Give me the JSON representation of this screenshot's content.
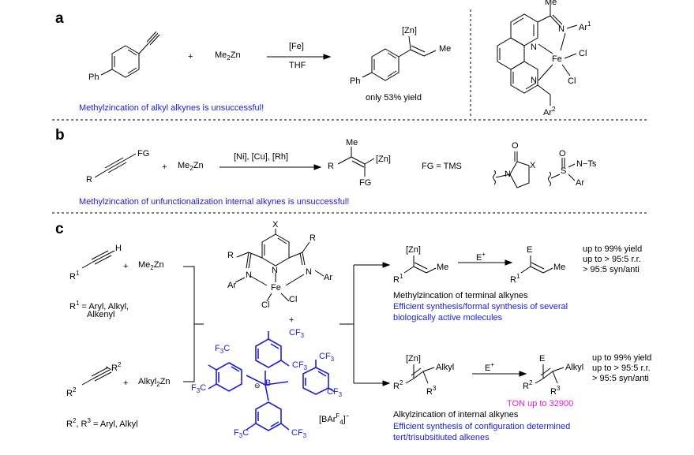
{
  "panels": {
    "a": {
      "label": "a",
      "catalyst": "[Fe]",
      "solvent": "THF",
      "reagent": "Me2Zn",
      "plus": "+",
      "substituent_ph": "Ph",
      "product_zn": "[Zn]",
      "product_me": "Me",
      "product_ph": "Ph",
      "yield_note": "only 53% yield",
      "statement": "Methylzincation of alkyl alkynes is unsuccessful!",
      "ligand_me": "Me",
      "ligand_n_top": "N",
      "ligand_ar1": "Ar1",
      "ligand_n_ring1": "N",
      "ligand_n_ring2": "N",
      "ligand_fe": "Fe",
      "ligand_cl1": "Cl",
      "ligand_cl2": "Cl",
      "ligand_ar2": "Ar2"
    },
    "b": {
      "label": "b",
      "fg": "FG",
      "r": "R",
      "plus": "+",
      "reagent": "Me2Zn",
      "catalysts": "[Ni], [Cu], [Rh]",
      "product_me": "Me",
      "product_zn": "[Zn]",
      "product_r": "R",
      "product_fg": "FG",
      "fg_list": "FG =  TMS",
      "oxaz_o": "O",
      "oxaz_n": "N",
      "oxaz_x": "X",
      "sulf_o": "O",
      "sulf_s": "S",
      "sulf_n": "N",
      "sulf_ts": "Ts",
      "sulf_ar": "Ar",
      "statement": "Methylzincation of unfunctionalization internal alkynes is unsuccessful!"
    },
    "c": {
      "label": "c",
      "terminal_h": "H",
      "terminal_r1": "R1",
      "plus": "+",
      "reagent1": "Me2Zn",
      "r1_def_line1": "R1 = Aryl, Alkyl,",
      "r1_def_line2": "Alkenyl",
      "internal_r2_top": "R2",
      "internal_r2_bottom": "R2",
      "reagent2": "Alkyl2Zn",
      "r23_def": "R2, R3 = Aryl, Alkyl",
      "cat_x": "X",
      "cat_r_right": "R",
      "cat_r_left": "R",
      "cat_n_pyr": "N",
      "cat_n_left": "N",
      "cat_n_right": "N",
      "cat_ar_left": "Ar",
      "cat_ar_right": "Ar",
      "cat_fe": "Fe",
      "cat_cl1": "Cl",
      "cat_cl2": "Cl",
      "cat_plus": "+",
      "barf_cf3": [
        "F3C",
        "CF3",
        "CF3",
        "F3C",
        "CF3",
        "F3C",
        "CF3"
      ],
      "barf_b": "B",
      "barf_minus": "⊖",
      "barf_label": "[BArF4]−",
      "top_zn": "[Zn]",
      "top_me": "Me",
      "top_r1": "R1",
      "top_e_reagent": "E+",
      "top_prod_e": "E",
      "top_prod_r1": "R1",
      "top_prod_me": "Me",
      "top_results": [
        "up to 99% yield",
        "up to > 95:5 r.r.",
        "> 95:5 syn/anti"
      ],
      "top_title": "Methylzincation of terminal alkynes",
      "top_desc_line1": "Efficient synthesis/formal synthesis of several",
      "top_desc_line2": "biologically active molecules",
      "bot_zn": "[Zn]",
      "bot_alkyl": "Alkyl",
      "bot_r2": "R2",
      "bot_r3": "R3",
      "bot_e_reagent": "E+",
      "bot_prod_e": "E",
      "bot_prod_r2": "R2",
      "bot_prod_alkyl": "Alkyl",
      "bot_prod_r3": "R3",
      "bot_results": [
        "up to 99% yield",
        "up to > 95:5 r.r.",
        "> 95:5 syn/anti"
      ],
      "ton": "TON up to 32900",
      "bot_title": "Alkylzincation of internal alkynes",
      "bot_desc_line1": "Efficient synthesis of configuration determined",
      "bot_desc_line2": "tert/trisubsitiuted alkenes"
    }
  },
  "colors": {
    "text": "#000000",
    "highlight": "#1c1cdc",
    "ton": "#ea14e0"
  }
}
